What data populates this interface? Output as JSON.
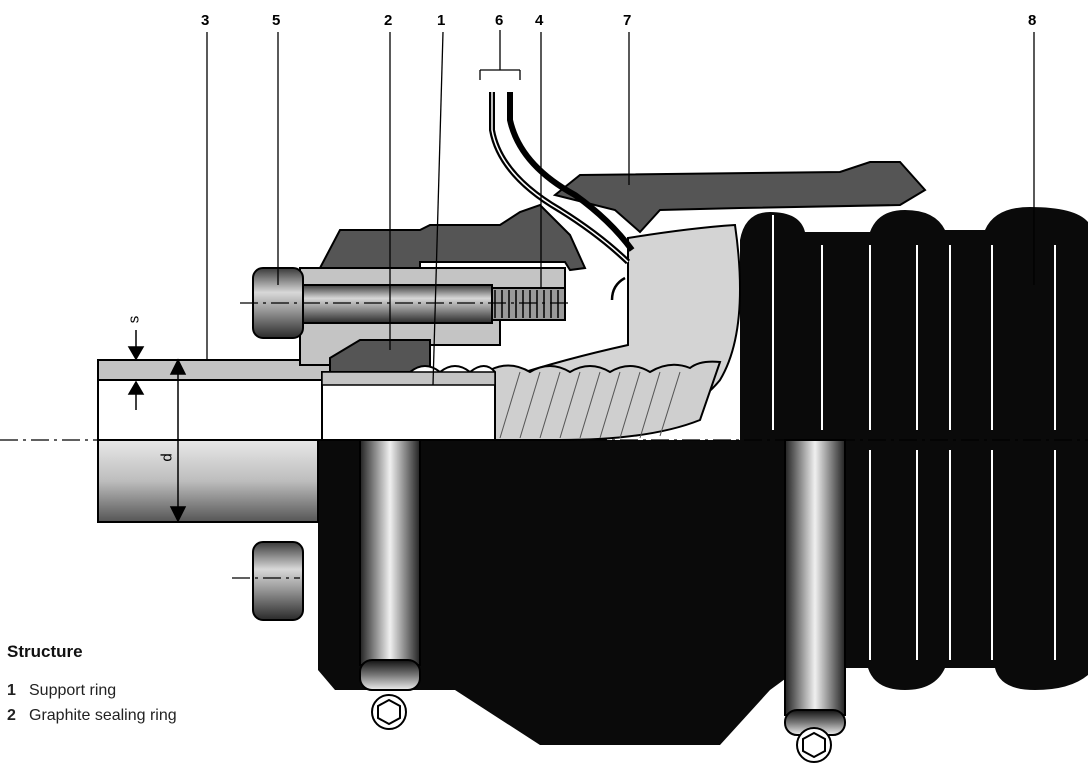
{
  "callouts": {
    "c3": "3",
    "c5": "5",
    "c2": "2",
    "c1": "1",
    "c6": "6",
    "c4": "4",
    "c7": "7",
    "c8": "8"
  },
  "dimensions": {
    "s": "s",
    "d": "d"
  },
  "legend": {
    "title": "Structure",
    "items": [
      {
        "num": "1",
        "label": "Support ring"
      },
      {
        "num": "2",
        "label": "Graphite sealing ring"
      }
    ]
  },
  "colors": {
    "jacket": "#0a0a0a",
    "casing_grey": "#555555",
    "light_grey": "#c4c4c4",
    "bolt": "#7a7a7a",
    "background": "#ffffff"
  }
}
